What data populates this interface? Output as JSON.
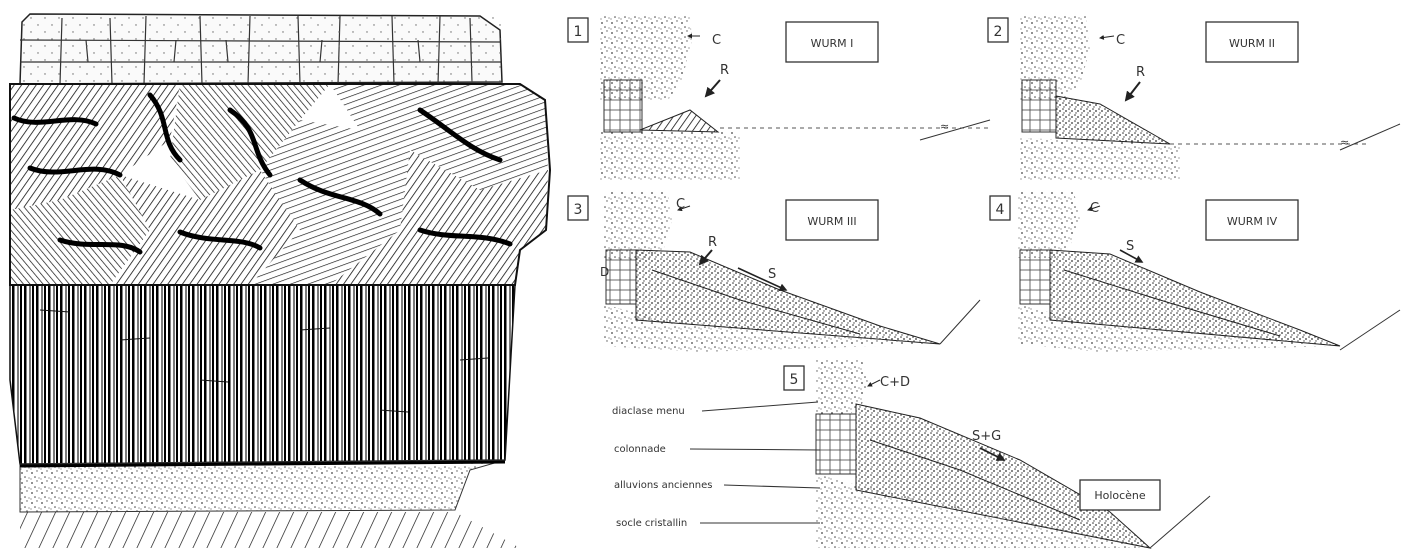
{
  "figure": {
    "panels": [
      {
        "number": "1",
        "title": "WURM I",
        "processes": [
          "C",
          "R"
        ]
      },
      {
        "number": "2",
        "title": "WURM II",
        "processes": [
          "C",
          "R"
        ]
      },
      {
        "number": "3",
        "title": "WURM III",
        "processes": [
          "C",
          "R",
          "S"
        ]
      },
      {
        "number": "4",
        "title": "WURM IV",
        "processes": [
          "C",
          "S"
        ]
      },
      {
        "number": "5",
        "title": "Holocène",
        "processes": [
          "C+D",
          "S+G"
        ]
      }
    ],
    "legend": [
      "diaclase menu",
      "colonnade",
      "alluvions anciennes",
      "socle cristallin"
    ],
    "river_symbol": "≈"
  }
}
